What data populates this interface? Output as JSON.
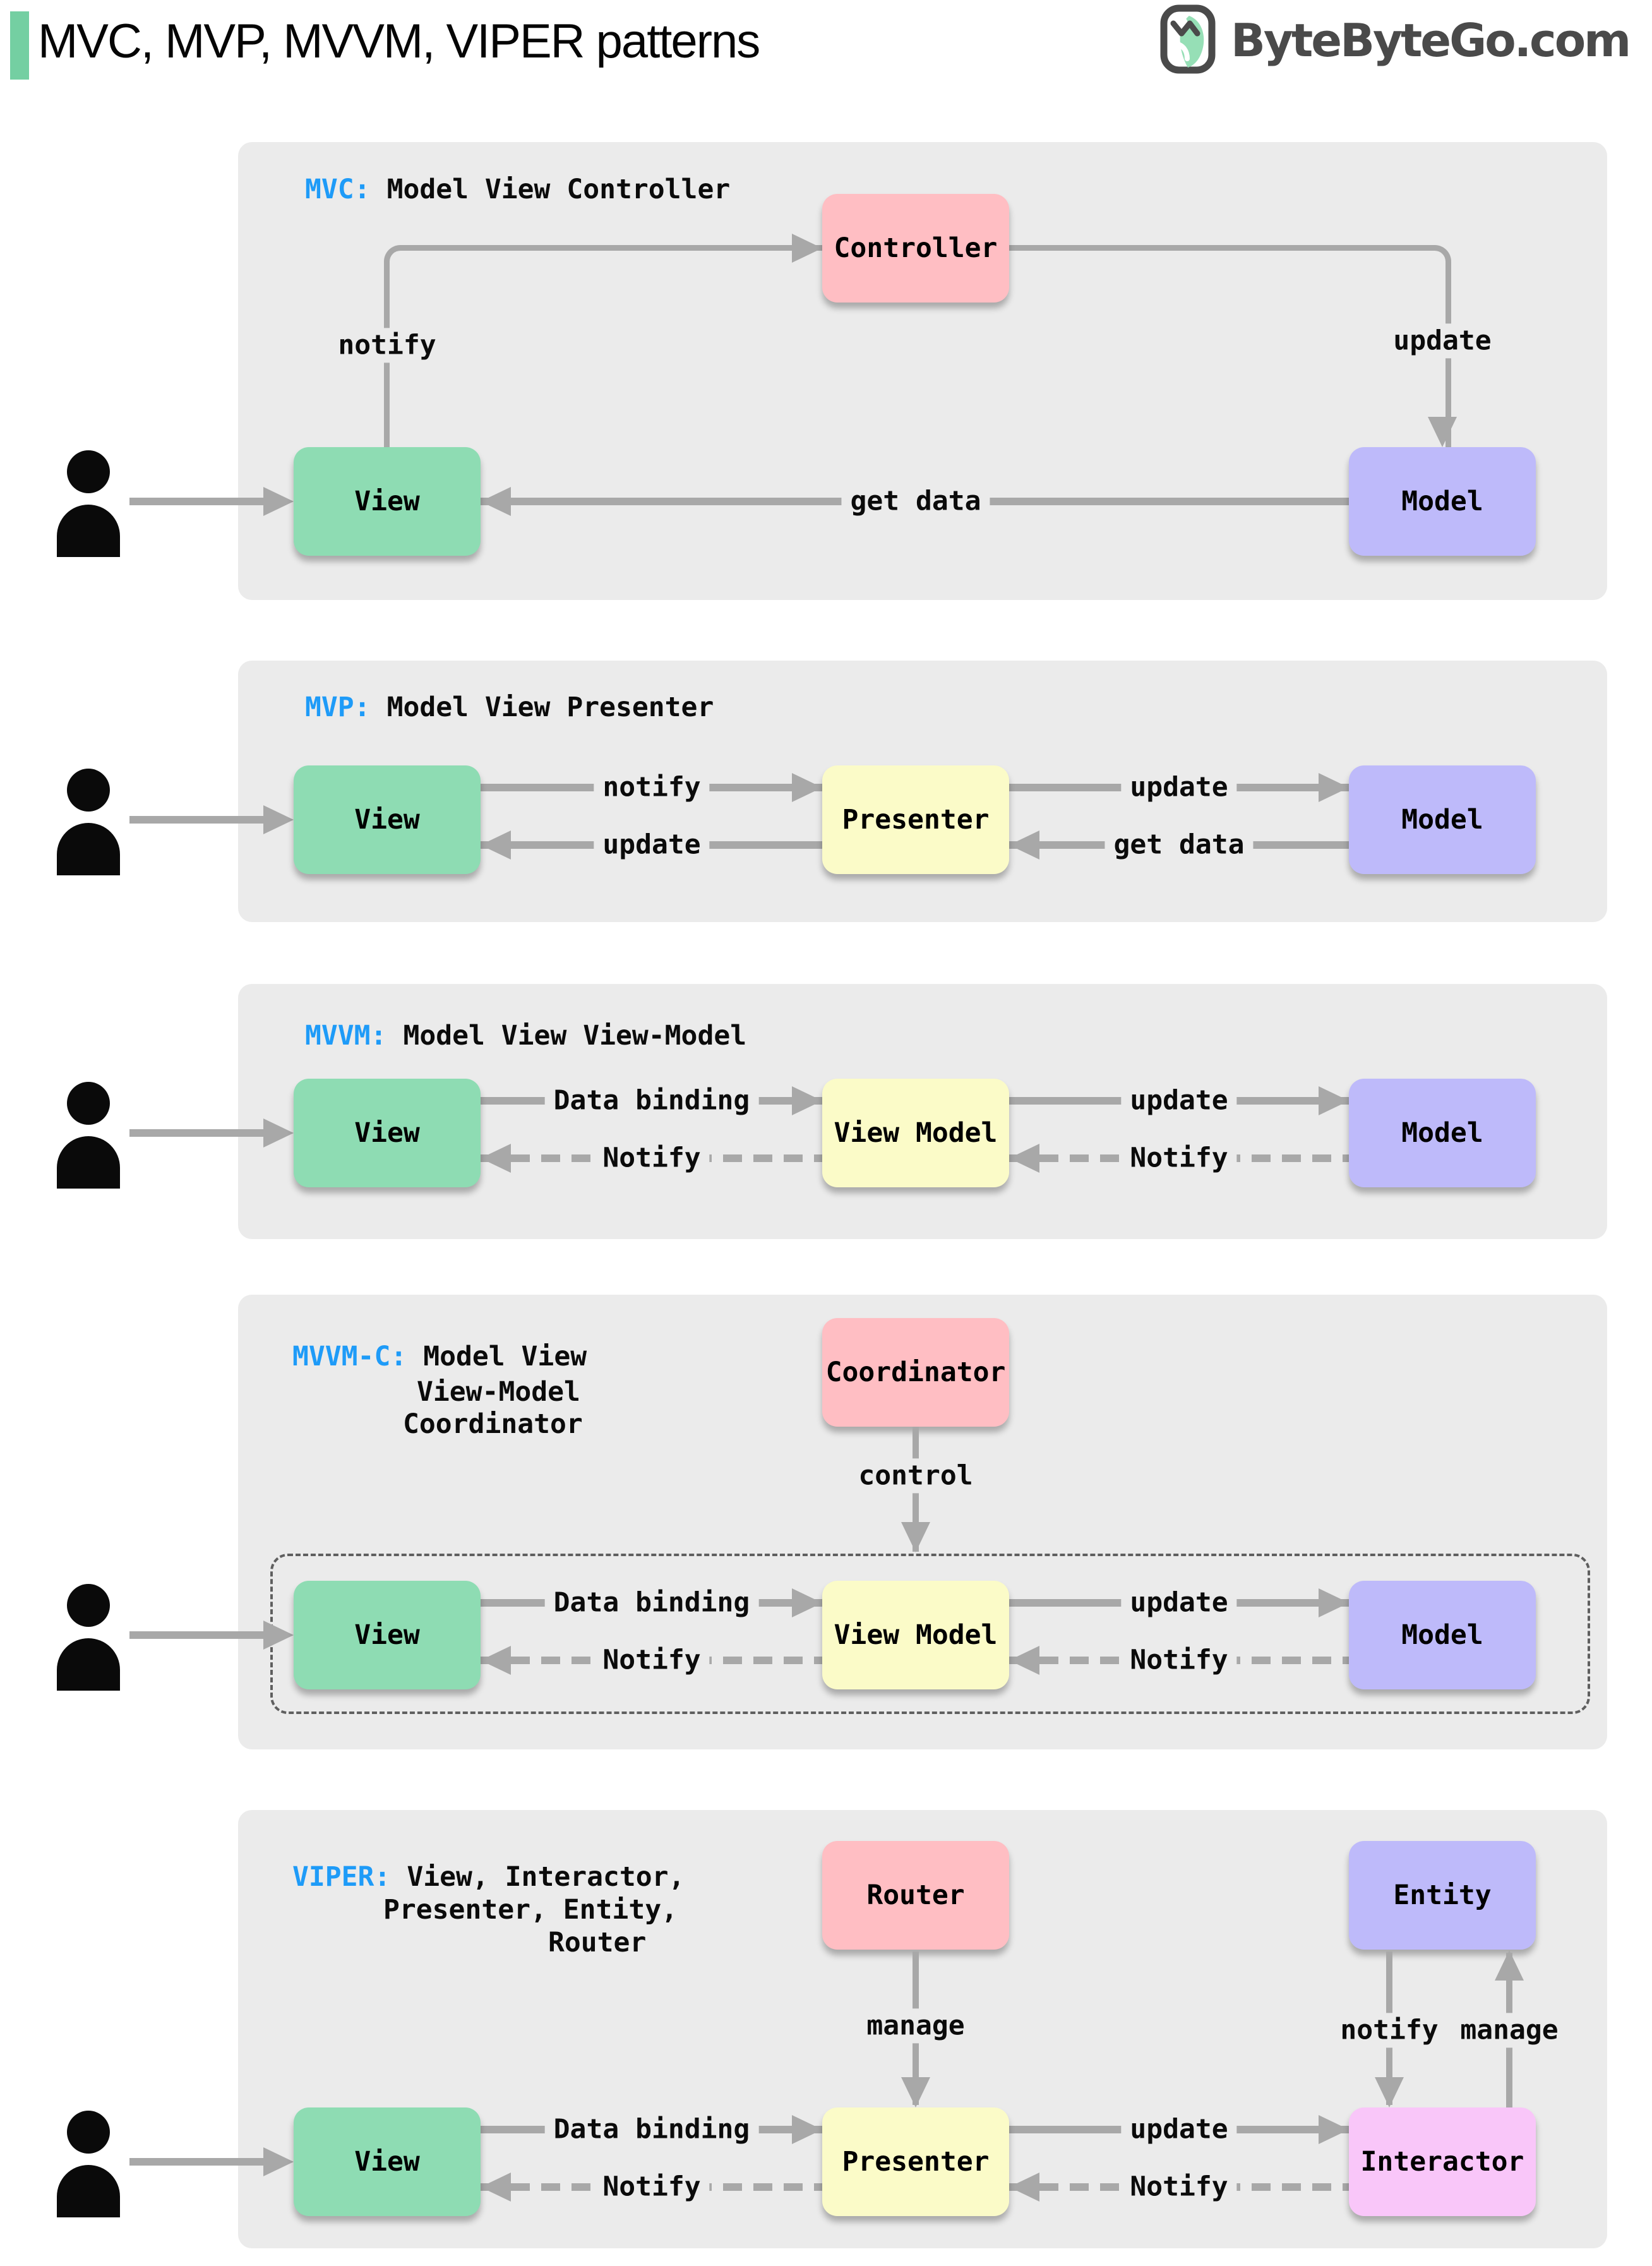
{
  "header": {
    "title": "MVC, MVP, MVVM, VIPER patterns",
    "brand": "ByteByteGo.com"
  },
  "colors": {
    "accent_green": "#74CFA2",
    "panel_bg": "#EBEBEB",
    "line_gray": "#A8A8A8",
    "label_blue": "#1E9BF8",
    "box_green": "#8EDCB3",
    "box_pink": "#FFBEC3",
    "box_purple": "#BEBAFA",
    "box_yellow": "#FBFBC8",
    "box_magenta": "#F9C6F9",
    "logo_gray": "#4A4A4A"
  },
  "sections": {
    "mvc": {
      "tag": "MVC:",
      "desc": "Model View Controller",
      "boxes": {
        "view": "View",
        "controller": "Controller",
        "model": "Model"
      },
      "arrows": {
        "notify": "notify",
        "update": "update",
        "get_data": "get data"
      }
    },
    "mvp": {
      "tag": "MVP:",
      "desc": "Model View Presenter",
      "boxes": {
        "view": "View",
        "presenter": "Presenter",
        "model": "Model"
      },
      "arrows": {
        "notify": "notify",
        "update_to_view": "update",
        "update_to_model": "update",
        "get_data": "get data"
      }
    },
    "mvvm": {
      "tag": "MVVM:",
      "desc": "Model View View-Model",
      "boxes": {
        "view": "View",
        "view_model": "View Model",
        "model": "Model"
      },
      "arrows": {
        "data_binding": "Data binding",
        "notify_to_view": "Notify",
        "update": "update",
        "notify_to_view_model": "Notify"
      }
    },
    "mvvm_c": {
      "tag": "MVVM-C:",
      "desc_line1": "Model View",
      "desc_line2": "View-Model",
      "desc_line3": "Coordinator",
      "boxes": {
        "coordinator": "Coordinator",
        "view": "View",
        "view_model": "View Model",
        "model": "Model"
      },
      "arrows": {
        "control": "control",
        "data_binding": "Data binding",
        "notify_to_view": "Notify",
        "update": "update",
        "notify_to_view_model": "Notify"
      }
    },
    "viper": {
      "tag": "VIPER:",
      "desc_line1": "View, Interactor,",
      "desc_line2": "Presenter, Entity,",
      "desc_line3": "Router",
      "boxes": {
        "router": "Router",
        "entity": "Entity",
        "view": "View",
        "presenter": "Presenter",
        "interactor": "Interactor"
      },
      "arrows": {
        "manage_router": "manage",
        "notify_entity": "notify",
        "manage_entity": "manage",
        "data_binding": "Data binding",
        "notify_to_view": "Notify",
        "update": "update",
        "notify_to_presenter": "Notify"
      }
    }
  }
}
